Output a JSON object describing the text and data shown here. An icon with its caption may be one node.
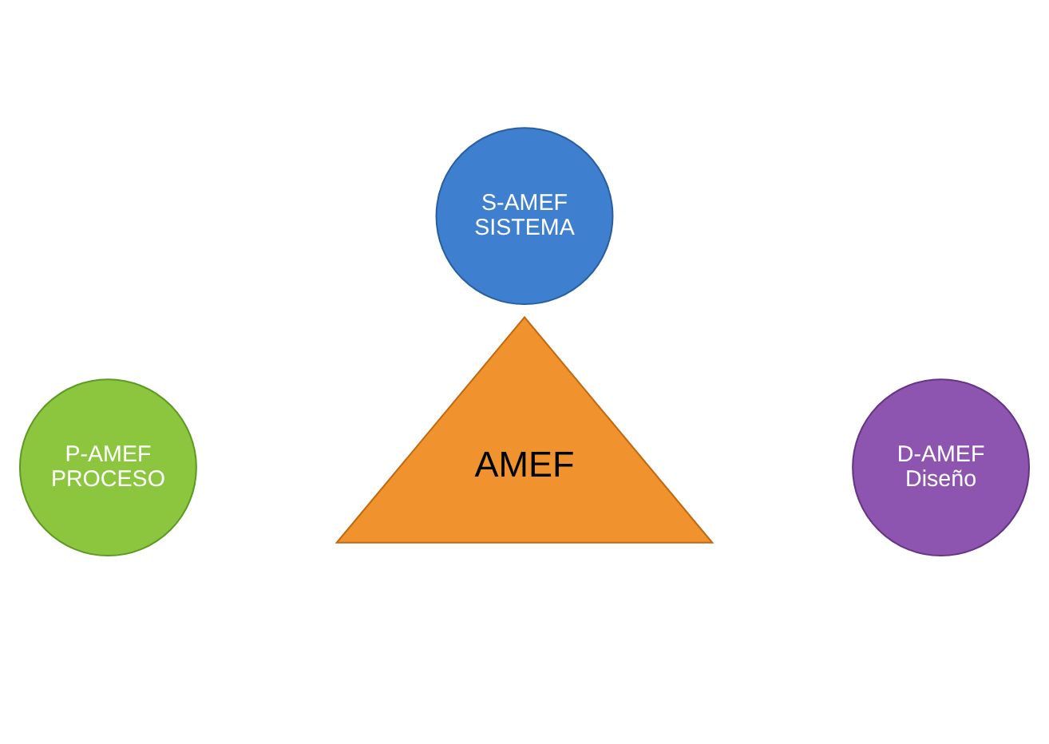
{
  "diagram": {
    "nodes": [
      {
        "text": [
          "S-AMEF",
          "SISTEMA"
        ]
      },
      {
        "text": [
          "AMEF"
        ]
      },
      {
        "text": [
          "P-AMEF",
          "PROCESO"
        ]
      },
      {
        "text": [
          "D-AMEF",
          "Diseño"
        ]
      }
    ]
  }
}
